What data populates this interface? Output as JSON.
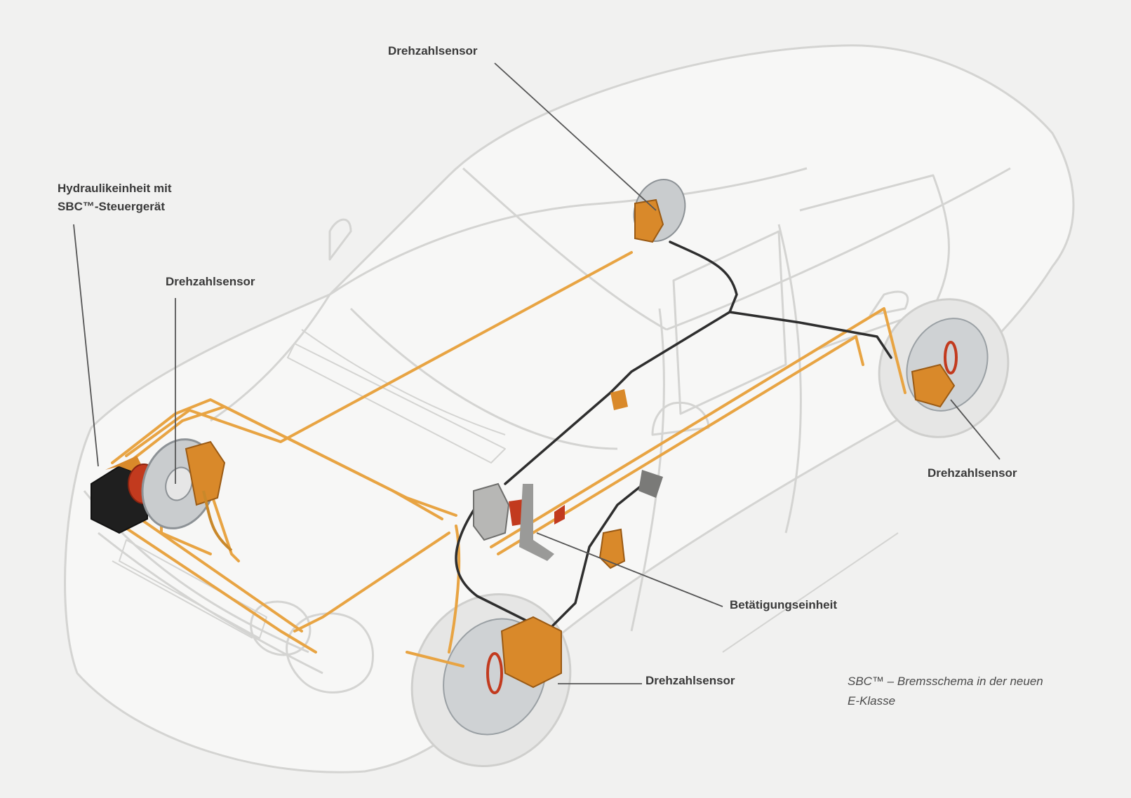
{
  "labels": {
    "hydraulic_line1": "Hydraulikeinheit mit",
    "hydraulic_line2": "SBC™-Steuergerät",
    "sensor_front_left": "Drehzahlsensor",
    "sensor_top": "Drehzahlsensor",
    "sensor_rear_right": "Drehzahlsensor",
    "actuation_unit": "Betätigungseinheit",
    "sensor_front_right": "Drehzahlsensor"
  },
  "caption": {
    "line1": "SBC™ – Bremsschema in der neuen",
    "line2": "E-Klasse"
  },
  "colors": {
    "background": "#f1f1f0",
    "car_outline": "#d4d4d2",
    "brake_line": "#e8a443",
    "sensor_cable": "#2e2e2e",
    "caliper": "#d9892a",
    "leader_line": "#555555"
  }
}
